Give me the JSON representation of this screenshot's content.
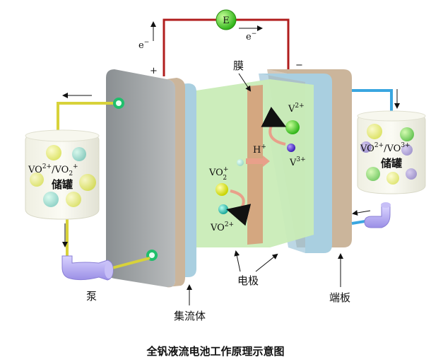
{
  "source": {
    "label": "E"
  },
  "electron_left": "e",
  "electron_right": "e",
  "electron_sign": "−",
  "plus_sign": "+",
  "minus_sign": "−",
  "labels": {
    "membrane": "膜",
    "pump": "泵",
    "collector": "集流体",
    "electrode": "电极",
    "end_plate": "端板",
    "storage": "储罐"
  },
  "species": {
    "left_tank_a": "VO",
    "left_tank_a_sup": "2+",
    "left_tank_sep": "/VO",
    "left_tank_b_sub": "2",
    "left_tank_b_sup": "+",
    "right_tank_a": "VO",
    "right_tank_a_sup": "2+",
    "right_tank_sep": "/VO",
    "right_tank_b_sup": "3+",
    "cell_v2": "V",
    "cell_v2_sup": "2+",
    "cell_v3": "V",
    "cell_v3_sup": "3+",
    "cell_h": "H",
    "cell_h_sup": "+",
    "cell_vo2": "VO",
    "cell_vo2_sub": "2",
    "cell_vo2_sup": "+",
    "cell_vo": "VO",
    "cell_vo_sup": "2+"
  },
  "caption": "全钒液流电池工作原理示意图"
}
